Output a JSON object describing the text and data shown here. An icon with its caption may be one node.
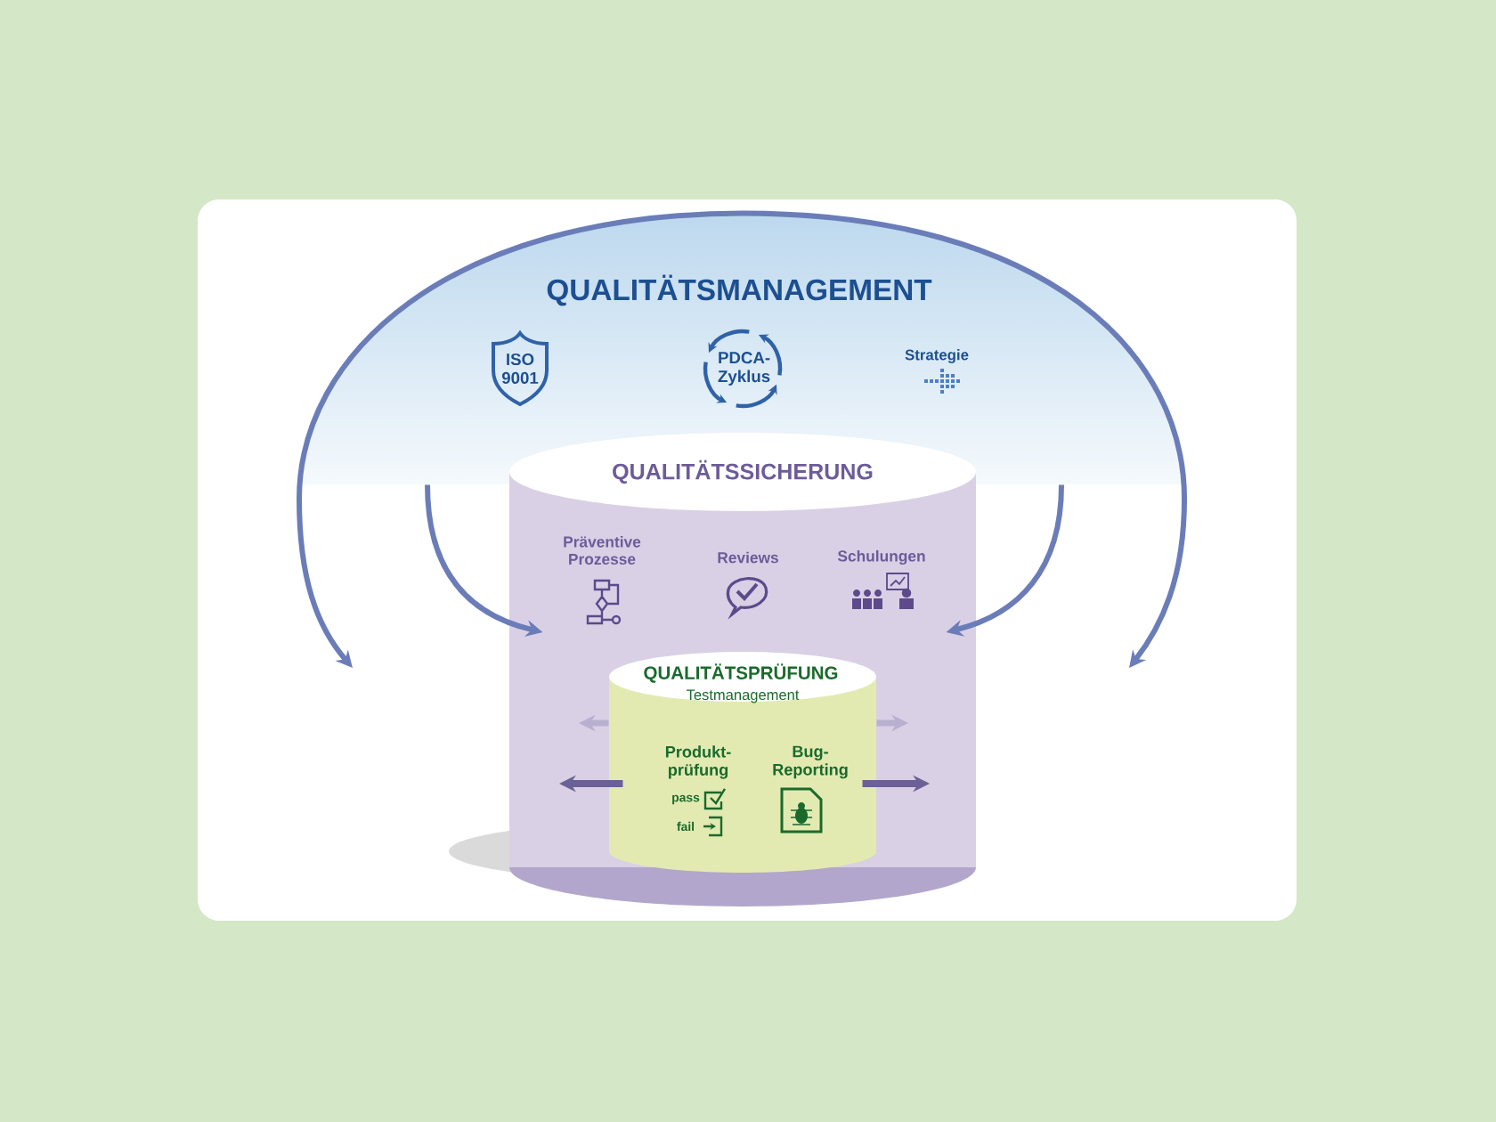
{
  "diagram": {
    "nodes": [
      {
        "text": [
          "QUALITÄTSMANAGEMENT",
          "Strategie"
        ]
      },
      {
        "text": [
          "ISO 9001"
        ],
        "in": 0
      },
      {
        "text": [
          "PDCA-Zyklus"
        ],
        "in": 0
      },
      {
        "text": [
          "QUALITÄTSSICHERUNG",
          "Präventive Prozesse",
          "Reviews",
          "Schulungen"
        ]
      },
      {
        "text": [
          "QUALITÄTSPRÜFUNG",
          "Testmanagement",
          "Produkt-prüfung",
          "Bug-Reporting"
        ],
        "in": 3
      }
    ],
    "edges": [
      {
        "from": 0,
        "to": null,
        "arrow": "to"
      },
      {
        "from": 0,
        "to": null,
        "arrow": "to"
      },
      {
        "from": 0,
        "to": 3,
        "arrow": "to"
      },
      {
        "from": 0,
        "to": 3,
        "arrow": "to"
      },
      {
        "from": 4,
        "to": null,
        "arrow": "to",
        "color": "#b8b0cf"
      },
      {
        "from": 4,
        "to": null,
        "arrow": "to",
        "color": "#b8b0cf"
      },
      {
        "from": 4,
        "to": null,
        "arrow": "to",
        "color": "#6b6196"
      },
      {
        "from": 4,
        "to": null,
        "arrow": "to",
        "color": "#6b6196"
      }
    ],
    "labels": [
      "pass",
      "fail"
    ]
  }
}
